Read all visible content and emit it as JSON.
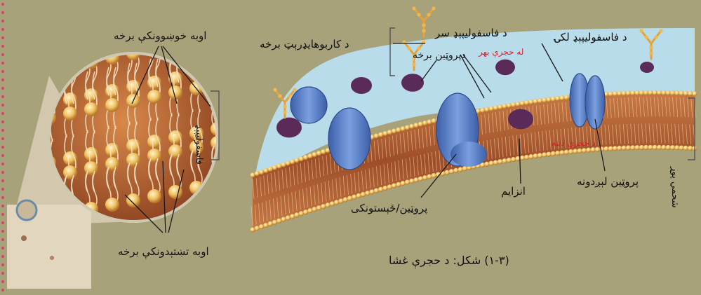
{
  "labels": {
    "hydrophilic_head": "اوبه خوښوونکې برخه",
    "hydrophobic_tail": "اوبه تښتېدونکې برخه",
    "phospholipid_vertical": "فاسفولیپېډ",
    "carbohydrate_part": "د کاربوهایډرېټ برخه",
    "phospholipid_head": "د فاسفولیپېډ سر",
    "protein_part": "دپروټین برخه",
    "outside_cell": "له حجرې بهر",
    "phospholipid_tail": "د فاسفولیپېډ لکۍ",
    "inside_cell": "د حجرې دننه",
    "enzyme": "انزایم",
    "carrier_protein": "پروټین لېږدونه",
    "channel_protein": "پروټین/ځېستونکی",
    "cell_wall": "شحمي پوړ"
  },
  "caption": "(۱-۳) شکل: د حجرې غشا",
  "colors": {
    "background": "#a8a27a",
    "membrane_band": "#b5683a",
    "head_beads": "#efc060",
    "protein_blue": "#5a80c8",
    "protein_purple": "#5a2a58",
    "sky": "#b8dcea",
    "accent_red": "#d8202a",
    "margin_dots": "#d94070"
  }
}
